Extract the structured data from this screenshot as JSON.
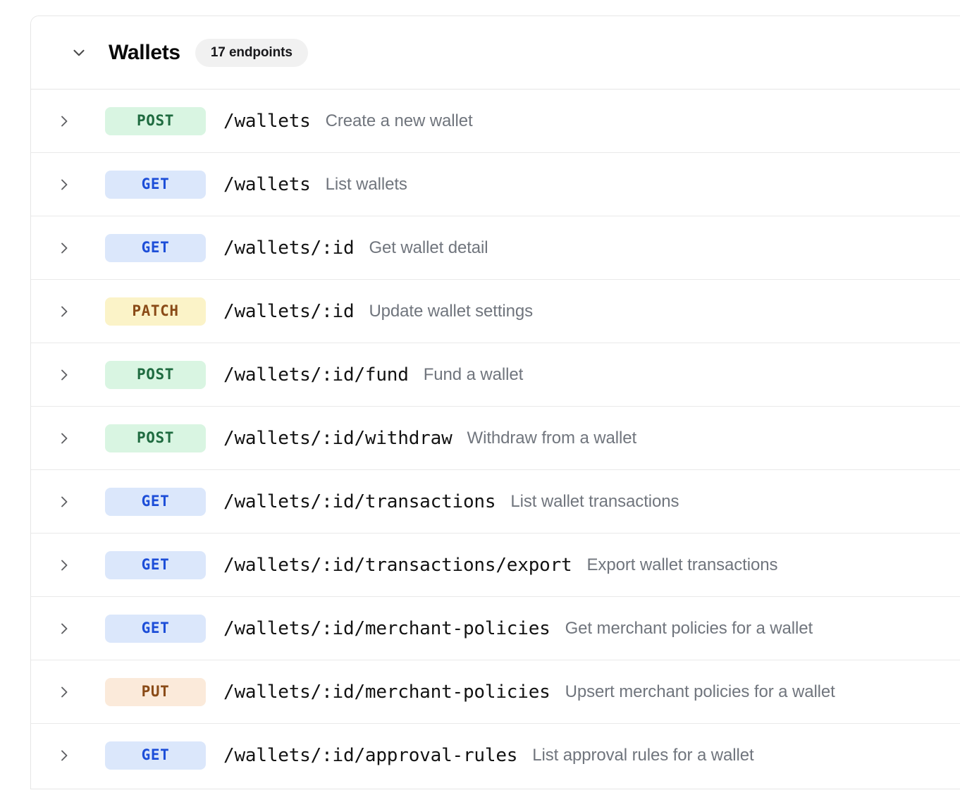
{
  "group": {
    "title": "Wallets",
    "count_badge": "17 endpoints",
    "expanded": true,
    "collapse_icon": "chevron-down-icon",
    "row_expand_icon": "chevron-right-icon"
  },
  "colors": {
    "get_bg": "#dbe7fb",
    "get_fg": "#1d4ed8",
    "post_bg": "#d9f5e2",
    "post_fg": "#1f6b40",
    "patch_bg": "#fbf3c8",
    "patch_fg": "#8a4b17",
    "put_bg": "#fbeada",
    "put_fg": "#8a4b17",
    "count_badge_bg": "#f1f1f1",
    "border": "#e6e6e6",
    "path_fg": "#121212",
    "summary_fg": "#70757d"
  },
  "endpoints": [
    {
      "method": "POST",
      "path": "/wallets",
      "summary": "Create a new wallet"
    },
    {
      "method": "GET",
      "path": "/wallets",
      "summary": "List wallets"
    },
    {
      "method": "GET",
      "path": "/wallets/:id",
      "summary": "Get wallet detail"
    },
    {
      "method": "PATCH",
      "path": "/wallets/:id",
      "summary": "Update wallet settings"
    },
    {
      "method": "POST",
      "path": "/wallets/:id/fund",
      "summary": "Fund a wallet"
    },
    {
      "method": "POST",
      "path": "/wallets/:id/withdraw",
      "summary": "Withdraw from a wallet"
    },
    {
      "method": "GET",
      "path": "/wallets/:id/transactions",
      "summary": "List wallet transactions"
    },
    {
      "method": "GET",
      "path": "/wallets/:id/transactions/export",
      "summary": "Export wallet transactions"
    },
    {
      "method": "GET",
      "path": "/wallets/:id/merchant-policies",
      "summary": "Get merchant policies for a wallet"
    },
    {
      "method": "PUT",
      "path": "/wallets/:id/merchant-policies",
      "summary": "Upsert merchant policies for a wallet"
    },
    {
      "method": "GET",
      "path": "/wallets/:id/approval-rules",
      "summary": "List approval rules for a wallet"
    }
  ]
}
